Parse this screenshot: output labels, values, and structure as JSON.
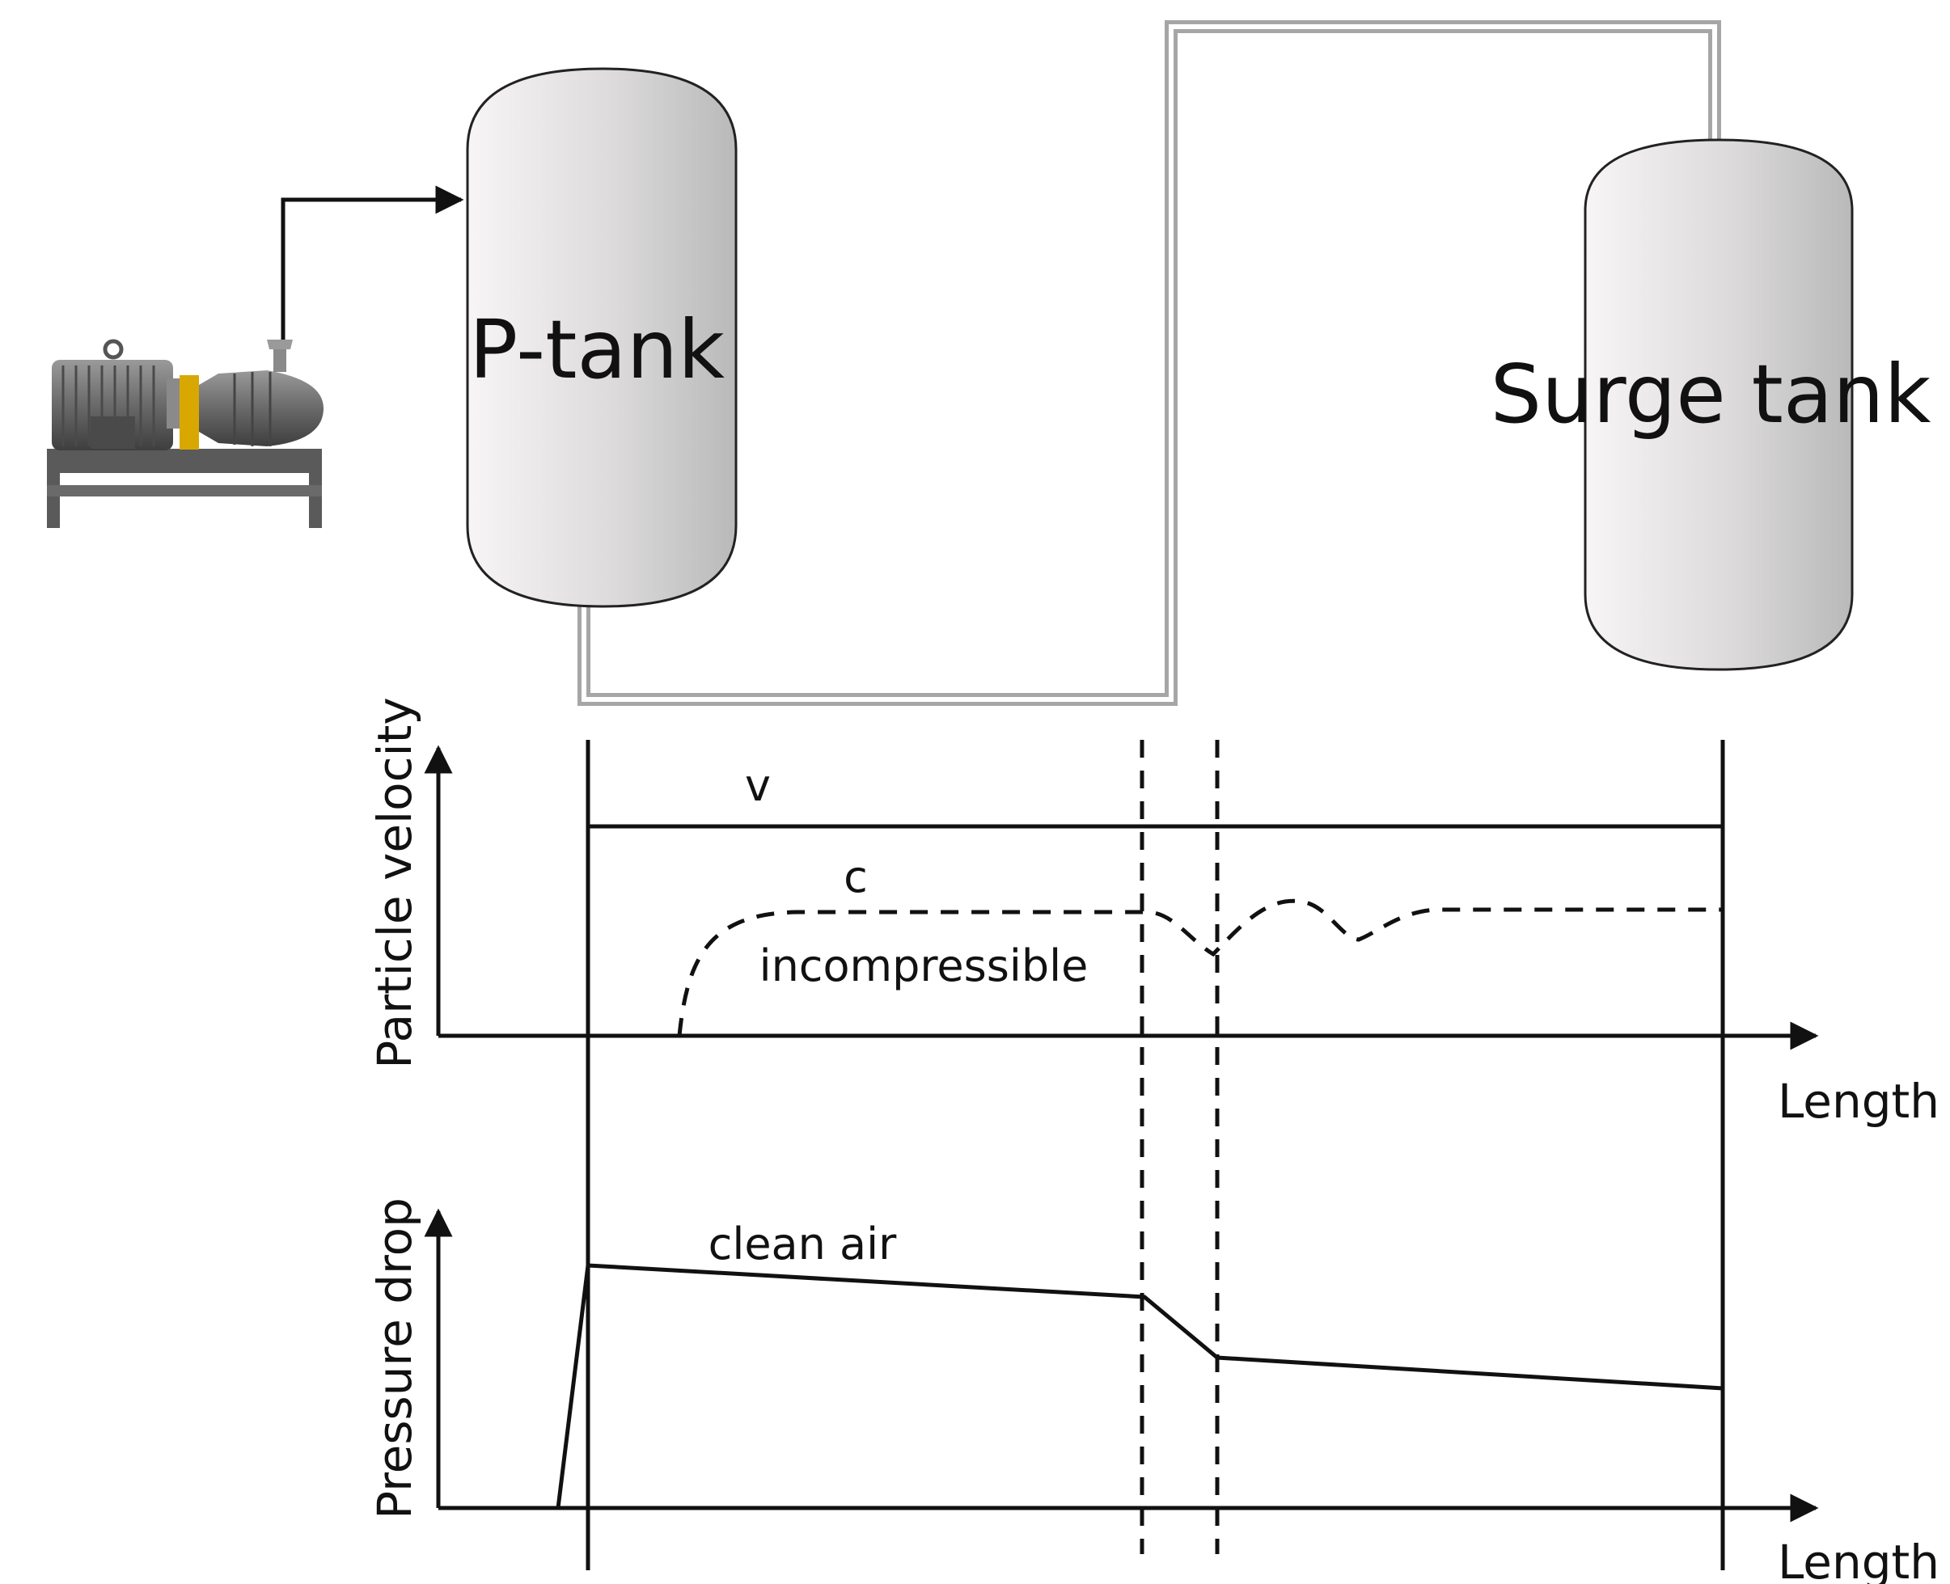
{
  "labels": {
    "p_tank": "P-tank",
    "surge_tank": "Surge tank",
    "velocity_axis": "Particle velocity",
    "pressure_axis": "Pressure drop",
    "length_axis_top": "Length",
    "length_axis_bottom": "Length",
    "curve_v": "v",
    "curve_c": "c",
    "curve_incompressible": "incompressible",
    "curve_clean_air": "clean air"
  },
  "icons": {
    "blower": "motor-blower-icon"
  },
  "colors": {
    "line": "#111111",
    "pipe": "#a6a6a6",
    "tank_light": "#f4f2f2",
    "tank_dark": "#bcbcbc",
    "coupling": "#d9a800"
  }
}
